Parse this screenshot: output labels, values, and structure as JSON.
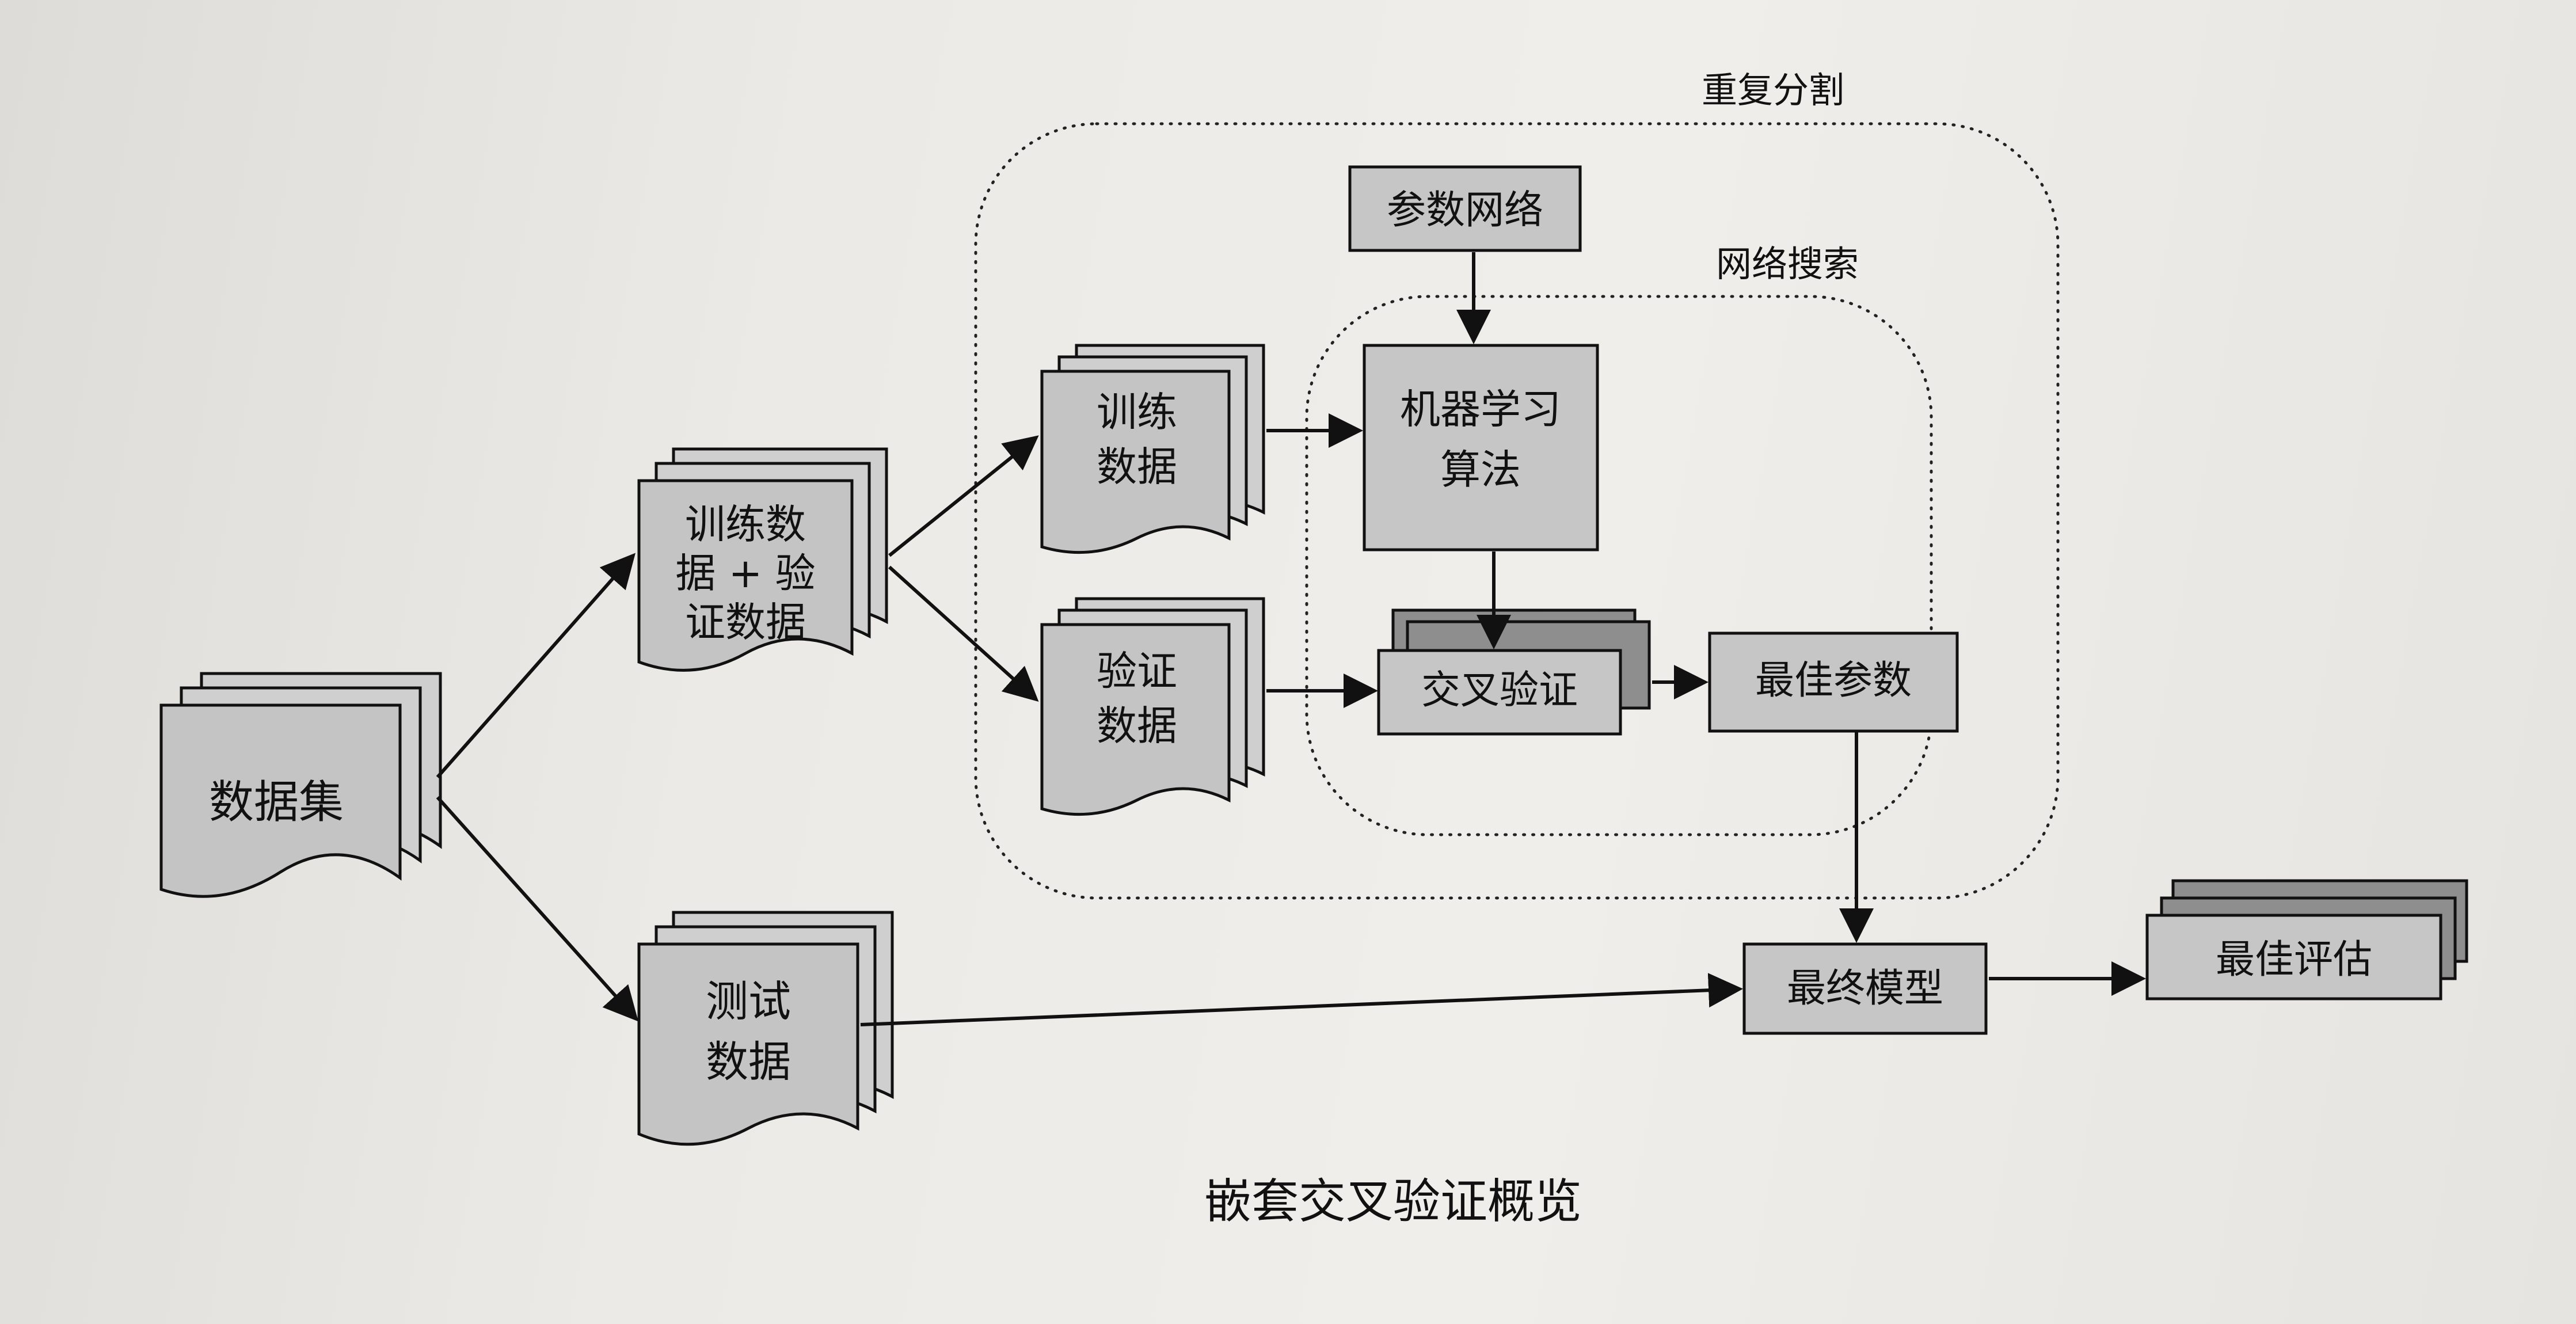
{
  "diagram": {
    "regions": {
      "repeat_split": "重复分割",
      "grid_search": "网络搜索"
    },
    "nodes": {
      "dataset": "数据集",
      "train_val_line1": "训练数",
      "train_val_line2": "据 + 验",
      "train_val_line3": "证数据",
      "test_line1": "测试",
      "test_line2": "数据",
      "train_line1": "训练",
      "train_line2": "数据",
      "valid_line1": "验证",
      "valid_line2": "数据",
      "param_grid": "参数网络",
      "ml_algo_line1": "机器学习",
      "ml_algo_line2": "算法",
      "cross_val": "交叉验证",
      "best_params": "最佳参数",
      "final_model": "最终模型",
      "best_eval": "最佳评估"
    },
    "caption": "嵌套交叉验证概览"
  }
}
